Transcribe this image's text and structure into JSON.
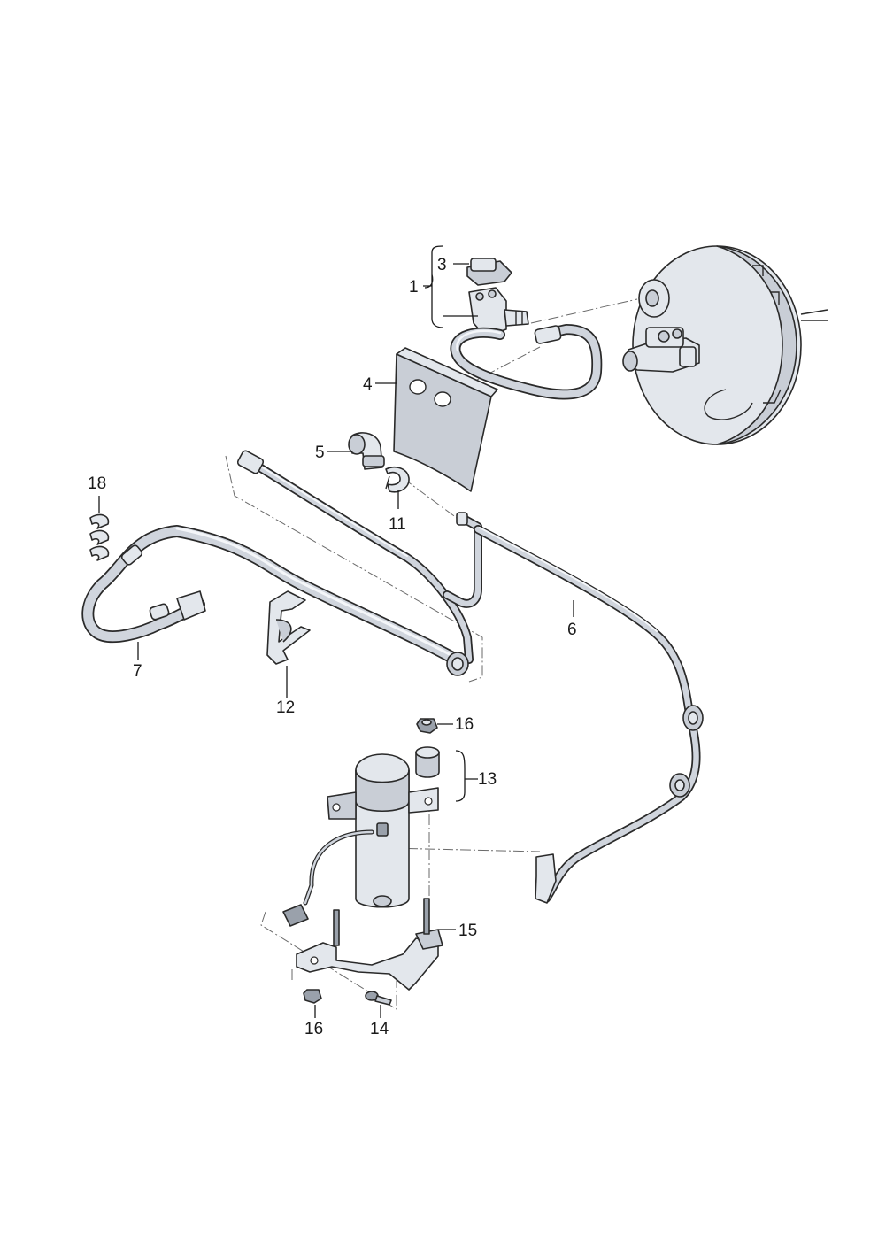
{
  "callouts": {
    "c1": "1",
    "c3": "3",
    "c4": "4",
    "c5": "5",
    "c6": "6",
    "c7": "7",
    "c11": "11",
    "c12": "12",
    "c13": "13",
    "c14": "14",
    "c15": "15",
    "c16a": "16",
    "c16b": "16",
    "c18": "18"
  }
}
